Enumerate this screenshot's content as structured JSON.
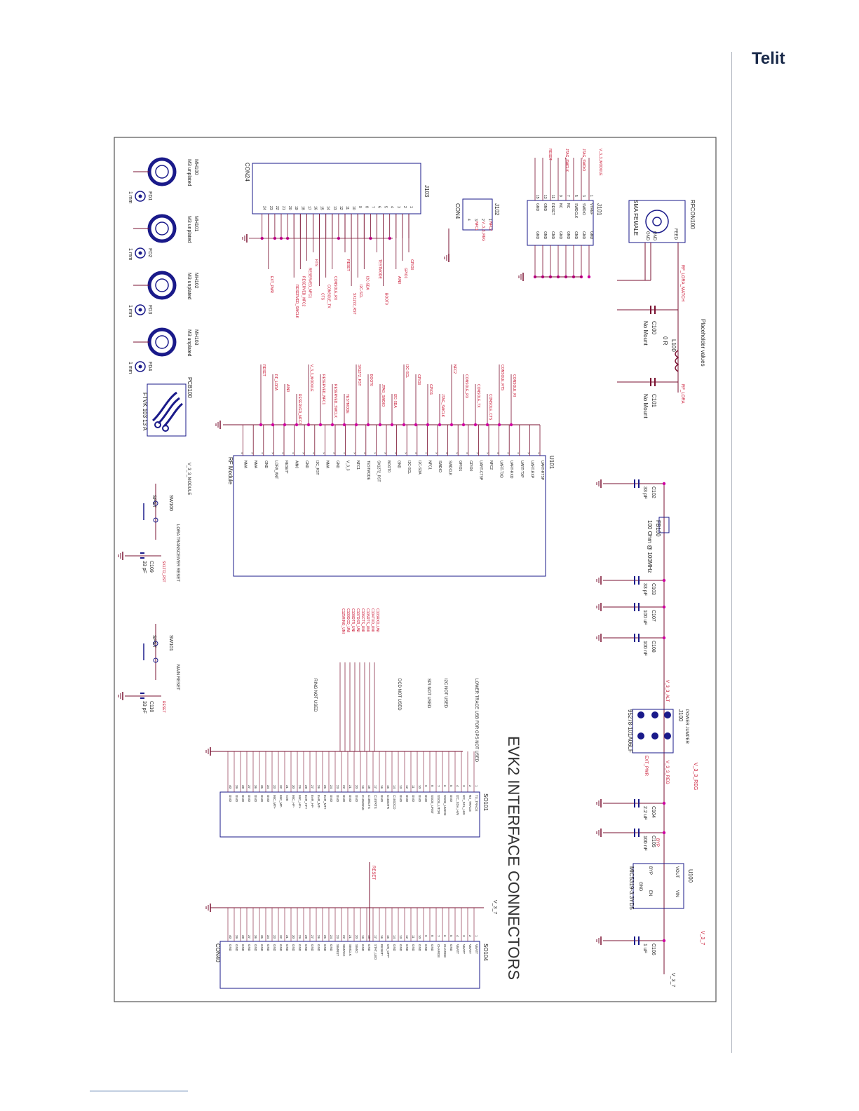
{
  "logo": {
    "text": "Telit"
  },
  "colors": {
    "wire": "#7a1030",
    "net_label": "#c8102e",
    "pin": "#d000a0",
    "ink": "#1a1a8a",
    "frame": "#555555"
  },
  "sheet_title": "EVK2 INTERFACE CONNECTORS",
  "mounting": [
    {
      "ref": "MH100",
      "desc": "M3 unplated",
      "fid": "FD1",
      "fid_size": "1 mm"
    },
    {
      "ref": "MH101",
      "desc": "M3 unplated",
      "fid": "FD2",
      "fid_size": "1 mm"
    },
    {
      "ref": "MH102",
      "desc": "M3 unplated",
      "fid": "FD3",
      "fid_size": "1 mm"
    },
    {
      "ref": "MH103",
      "desc": "M3 unplated",
      "fid": "FD4",
      "fid_size": "1 mm"
    }
  ],
  "pcb": {
    "ref": "PCB100",
    "part": "FTVK 103 13 A"
  },
  "j103": {
    "ref": "J103",
    "type": "CON24",
    "nets": [
      "GPIO0",
      "GPIO1",
      "AIN0",
      "",
      "BOOT0",
      "TESTMODE",
      "",
      "I2C-SDA",
      "I2C-SCL",
      "SX1272_RST",
      "RESET",
      "",
      "CONSOLE_RX",
      "CONSOLE_TX",
      "CTS",
      "RTS",
      "RESERVED_NFC1",
      "RESERVED_NFC2",
      "RESERVED_SWCLK",
      "",
      "",
      "",
      "EXT_PWR",
      ""
    ]
  },
  "j102": {
    "ref": "J102",
    "type": "CON4",
    "nets": [
      "NFC2",
      "V_3_3_REG",
      "NFC1",
      ""
    ]
  },
  "j101": {
    "ref": "J101",
    "pins_left": [
      "VTREF",
      "SWDIO",
      "SWDCLK",
      "NC",
      "NC",
      "RESET",
      "GND",
      "GND"
    ],
    "pins_right": [
      "GND",
      "GND",
      "GND",
      "GND",
      "GND",
      "GND",
      "GND",
      "GND"
    ],
    "nets": [
      "V_3_3_MODULE",
      "JTAG_SWDIO",
      "JTAG_SWCLK",
      "RESET"
    ]
  },
  "rfcon": {
    "ref": "RFCON100",
    "type": "SMA FEMALE",
    "pins": [
      "FEED",
      "GND",
      "GND"
    ],
    "net": "RF_LORA_MATCH"
  },
  "rf_match": {
    "note": "Placeholder values",
    "l": {
      "ref": "L100",
      "value": "0 R"
    },
    "c1": {
      "ref": "C100",
      "value": "No Mount"
    },
    "c2": {
      "ref": "C101",
      "value": "No Mount"
    },
    "net_out": "RF_LORA"
  },
  "u101": {
    "ref": "U101",
    "desc": "RF Module",
    "pins": [
      "UART-RTSP",
      "UART-RXP",
      "UART-TXP",
      "UART-RXD",
      "UART-TXD",
      "NFC2",
      "UART-CTSP",
      "GPIO0",
      "GPIO1",
      "SWDCLK",
      "SWDIO",
      "NFC1",
      "I2C-SDA",
      "I2C-SCL",
      "GND",
      "BOOT0",
      "SX1272_RST",
      "TESTMODE",
      "NFC1",
      "V_3_3",
      "GND",
      "NMA",
      "I2C_RST",
      "GND",
      "AIN0",
      "RESET*",
      "LORA_ANT",
      "GND",
      "NMA",
      "NMA"
    ],
    "nets_left": [
      "RESET",
      "RF_LORA",
      "AIN0",
      "RESERVED_NFC2",
      "V_3_3_MODULE",
      "RESERVED_NFC1",
      "RESERVED_SWCLK",
      "TESTMODE",
      "SX1272_RST",
      "BOOT0",
      "JTAG_SWDIO",
      "I2C-SDA",
      "I2C-SCL",
      "GPIO0",
      "GPIO1",
      "JTAG_SWCLK",
      "NFC2",
      "CONSOLE_RX",
      "CONSOLE_TX",
      "CONSOLE_CTS",
      "CONSOLE_RTS",
      "CONSOLE_RI"
    ]
  },
  "switches": [
    {
      "ref": "SW100",
      "type": "SPST",
      "label": "LORA TRANSCEIVER RESET",
      "cap": "C109",
      "cap_val": "33 pF",
      "net": "SX1272_RST",
      "supply": "V_3_3_MODULE"
    },
    {
      "ref": "SW101",
      "type": "SPST",
      "label": "MAIN RESET",
      "cap": "C110",
      "cap_val": "33 pF",
      "net": "RESET",
      "supply": ""
    }
  ],
  "power": {
    "caps": [
      {
        "ref": "C102",
        "value": "33 pF"
      },
      {
        "ref": "C103",
        "value": "33 pF"
      },
      {
        "ref": "C107",
        "value": "100 uF"
      },
      {
        "ref": "C108",
        "value": "100 nF"
      },
      {
        "ref": "C104",
        "value": "2.2 uF"
      },
      {
        "ref": "C105",
        "value": "100 nF"
      },
      {
        "ref": "C106",
        "value": "1 uF"
      }
    ],
    "fb": {
      "ref": "FB100",
      "value": "100 Ohm @ 100MHz"
    },
    "jumper": {
      "ref": "J100",
      "desc": "POWER JUMPER",
      "part": "95278-101A06LF",
      "nets": [
        "V_3_3_ALT",
        "EXT_PWR",
        "V_3_3_REG"
      ]
    },
    "reg": {
      "ref": "U100",
      "part": "MIC5319-3.3YD5",
      "pins": [
        "VIN",
        "EN",
        "GND",
        "VOUT",
        "BYP"
      ],
      "nets": [
        "V_3_7",
        "BYP",
        "V_3_3_REG"
      ]
    }
  },
  "so101": {
    "ref": "SO101",
    "type": "CON40",
    "notes": [
      "LOWER TRACE USB FOR GPS NOT USED",
      "I2C NOT USED",
      "SPI NOT USED",
      "DCD NOT USED",
      "RING NOT USED"
    ],
    "pins": [
      "TX_TRACE",
      "RX_TRACE",
      "I2C_SCL_HW",
      "I2C_SDA_HW",
      "GND",
      "SSCB_UMOSI",
      "SSCB_UTDR",
      "SSCB_URST",
      "GND",
      "GND",
      "GND",
      "GND",
      "GND",
      "C104DCD",
      "C103DTR",
      "GND",
      "C107RTS",
      "C108CTS",
      "C125RING",
      "GND",
      "GND",
      "GND",
      "GND",
      "GND",
      "EAR_MT+",
      "EAR_MT-",
      "EAR_HF-",
      "EAR_HF+",
      "MIC_HF+",
      "MIC_HF-",
      "AXE",
      "MIC_MT-",
      "MIC_MT+",
      "GND",
      "GND",
      "GND",
      "GND",
      "GND",
      "GND",
      "GND"
    ],
    "nets": [
      "C103RXD_UNI",
      "C104TXD_UNI",
      "C105RTS_UNI",
      "C106CTS_UNI",
      "C107DSR_UNI",
      "C108DTR_UNI",
      "C109DCD_UNI",
      "C125RING_UNI"
    ]
  },
  "so104": {
    "ref": "SO104",
    "type": "CON40",
    "pins": [
      "VBATT",
      "VBATT",
      "VBATT",
      "VBATT",
      "GND",
      "CHARGE",
      "CHARGE",
      "GND",
      "GND",
      "GND",
      "GND",
      "GND",
      "GND",
      "GND",
      "ON_OFF*",
      "RESET*",
      "STAT_LED",
      "GND",
      "GND",
      "SIMIO",
      "SIMCLK",
      "SIMVCC",
      "SIMRST",
      "GND",
      "GND",
      "GND",
      "GND",
      "GND",
      "GND",
      "GND",
      "GND",
      "GND",
      "GND",
      "GND",
      "GND",
      "GND",
      "GND",
      "GND",
      "GND",
      "GND"
    ],
    "nets": [
      "V_3_7",
      "RESET"
    ]
  }
}
